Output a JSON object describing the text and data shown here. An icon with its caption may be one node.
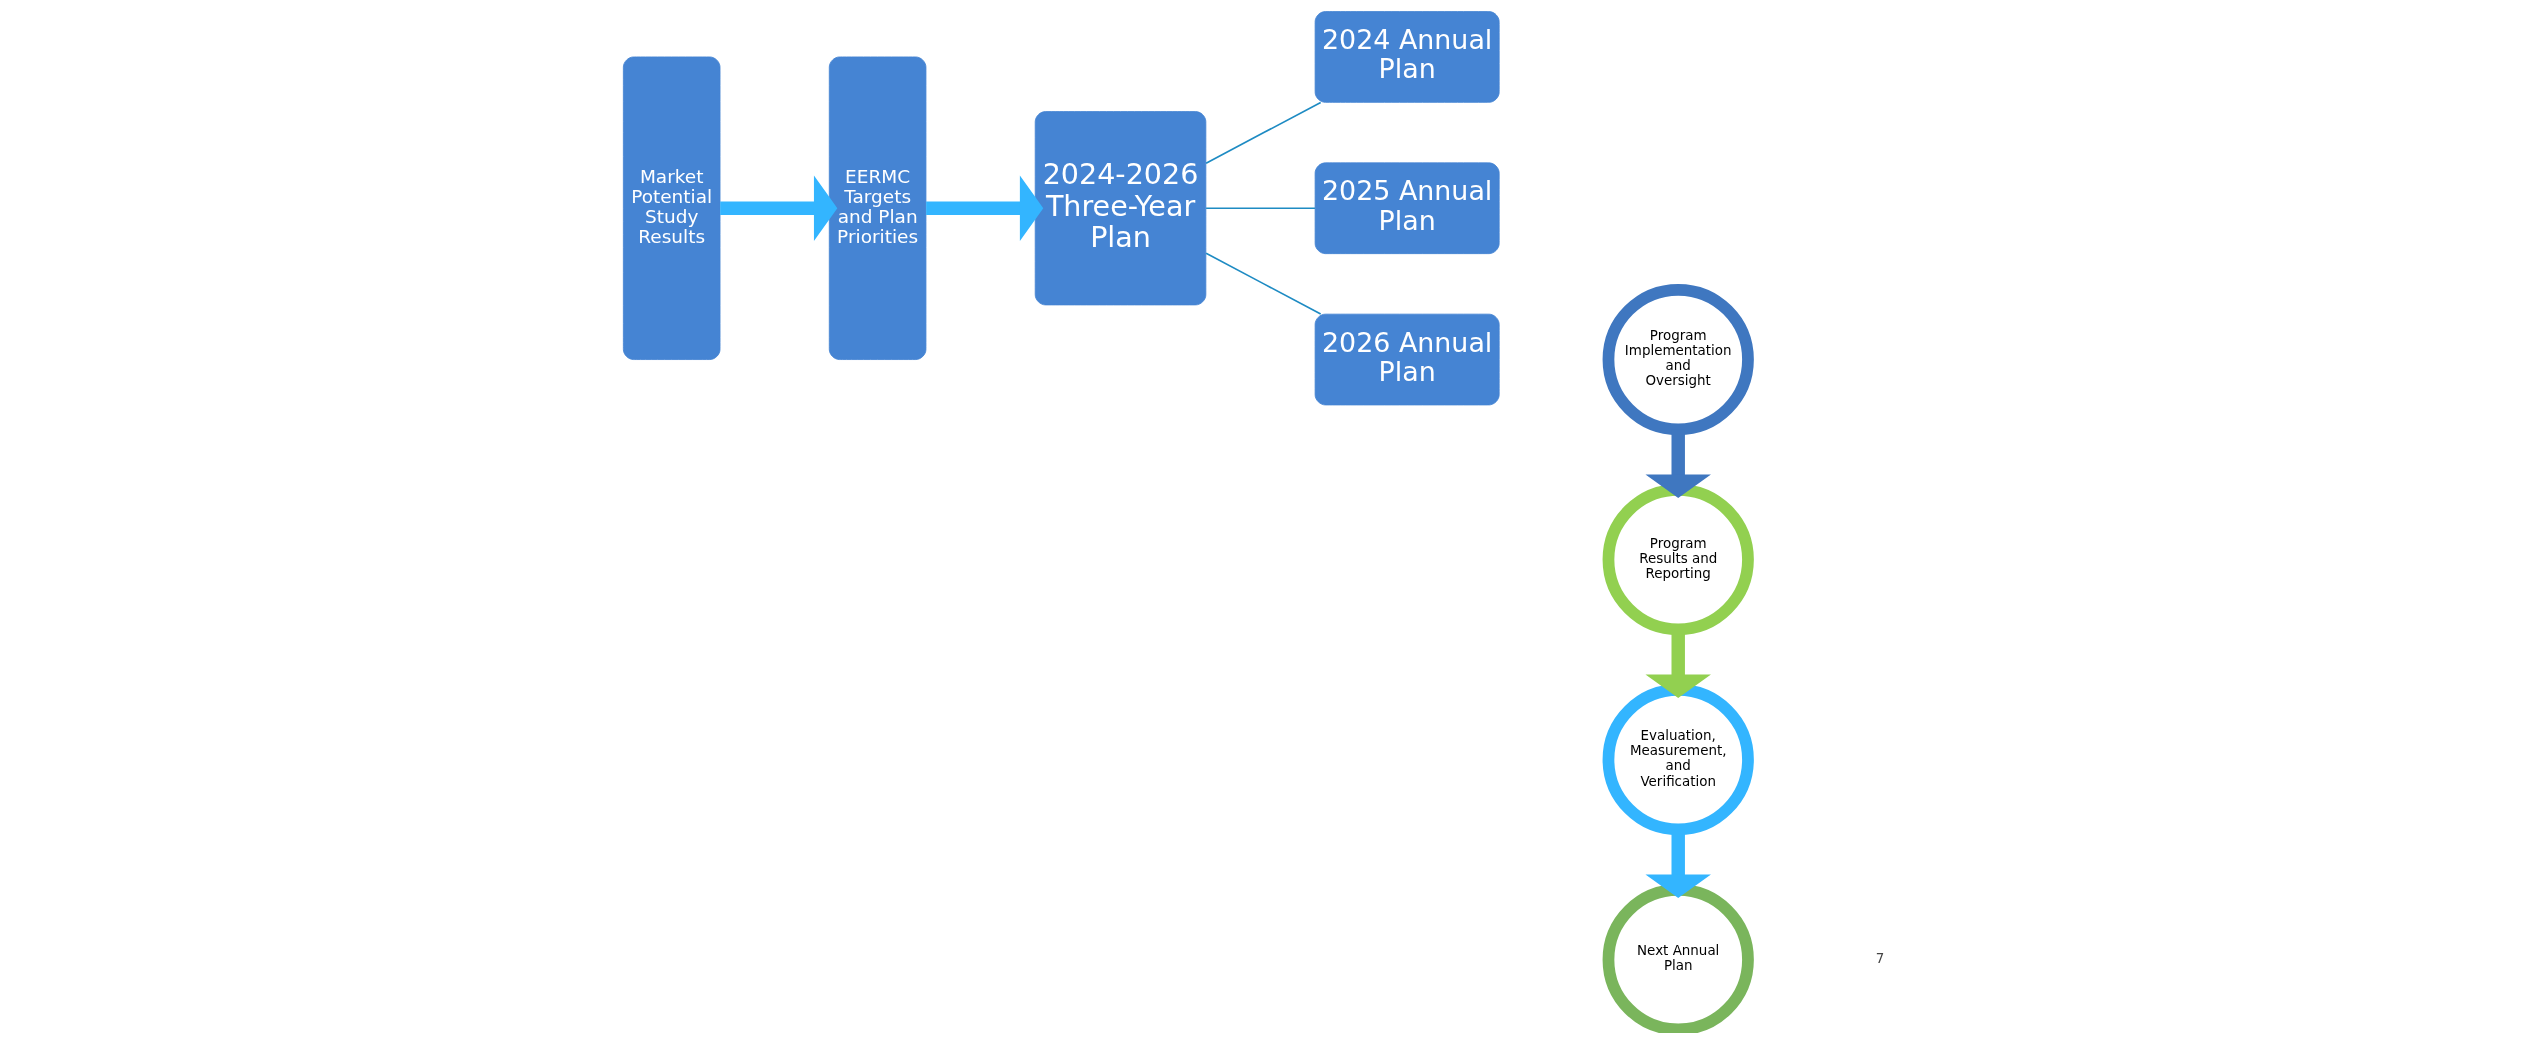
{
  "diagram": {
    "nodes": [
      {
        "text": [
          "Market Potential Study Results"
        ]
      },
      {
        "text": [
          "EERMC Targets and Plan Priorities"
        ]
      },
      {
        "text": [
          "2024-2026 Three-Year Plan"
        ]
      },
      {
        "text": [
          "2024 Annual Plan"
        ]
      },
      {
        "text": [
          "2025 Annual Plan"
        ]
      },
      {
        "text": [
          "2026 Annual Plan"
        ]
      },
      {
        "text": [
          "Program Implementation and Oversight"
        ]
      },
      {
        "text": [
          "Program Results and Reporting"
        ]
      },
      {
        "text": [
          "Evaluation, Measurement, and Verification"
        ]
      },
      {
        "text": [
          "Next Annual Plan"
        ]
      }
    ],
    "edges": [
      {
        "from": 0,
        "to": 1,
        "arrow": "to",
        "color": "#33b5ff"
      },
      {
        "from": 1,
        "to": 2,
        "arrow": "to",
        "color": "#33b5ff"
      },
      {
        "from": 2,
        "to": 3,
        "arrow": "none",
        "color": "#1e8bc3"
      },
      {
        "from": 2,
        "to": 4,
        "arrow": "none",
        "color": "#1e8bc3"
      },
      {
        "from": 2,
        "to": 5,
        "arrow": "none",
        "color": "#1e8bc3"
      },
      {
        "from": 6,
        "to": 7,
        "arrow": "to",
        "color": "#3f77c0"
      },
      {
        "from": 7,
        "to": 8,
        "arrow": "to",
        "color": "#92d050"
      },
      {
        "from": 8,
        "to": 9,
        "arrow": "to",
        "color": "#33b5ff"
      }
    ],
    "labels": [
      "7"
    ]
  }
}
